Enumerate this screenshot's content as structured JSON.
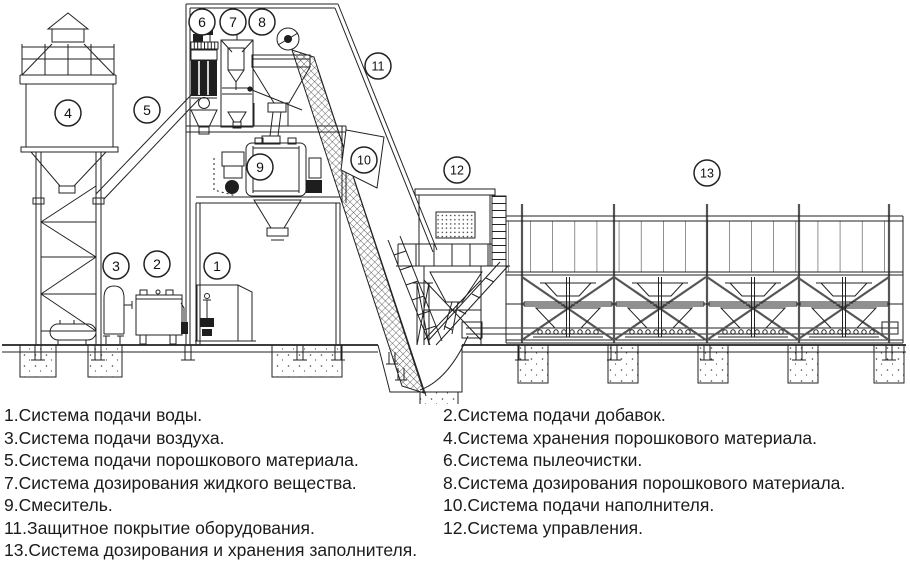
{
  "diagram": {
    "kind": "concrete-batching-plant-scheme",
    "colors": {
      "background": "#ffffff",
      "line": "#222222",
      "text": "#1b1b1b"
    }
  },
  "callouts": {
    "numbers": [
      "1",
      "2",
      "3",
      "4",
      "5",
      "6",
      "7",
      "8",
      "9",
      "10",
      "11",
      "12",
      "13"
    ]
  },
  "legend": {
    "left_column": [
      "1.Система подачи воды.",
      "3.Система подачи воздуха.",
      "5.Система подачи порошкового материала.",
      "7.Система дозирования жидкого вещества.",
      "9.Смеситель.",
      "11.Защитное покрытие оборудования.",
      "13.Система дозирования и хранения заполнителя."
    ],
    "right_column": [
      "2.Система подачи добавок.",
      "4.Система хранения порошкового материала.",
      "6.Система пылеочистки.",
      "8.Система дозирования порошкового материала.",
      "10.Система подачи наполнителя.",
      "12.Система управления."
    ]
  }
}
